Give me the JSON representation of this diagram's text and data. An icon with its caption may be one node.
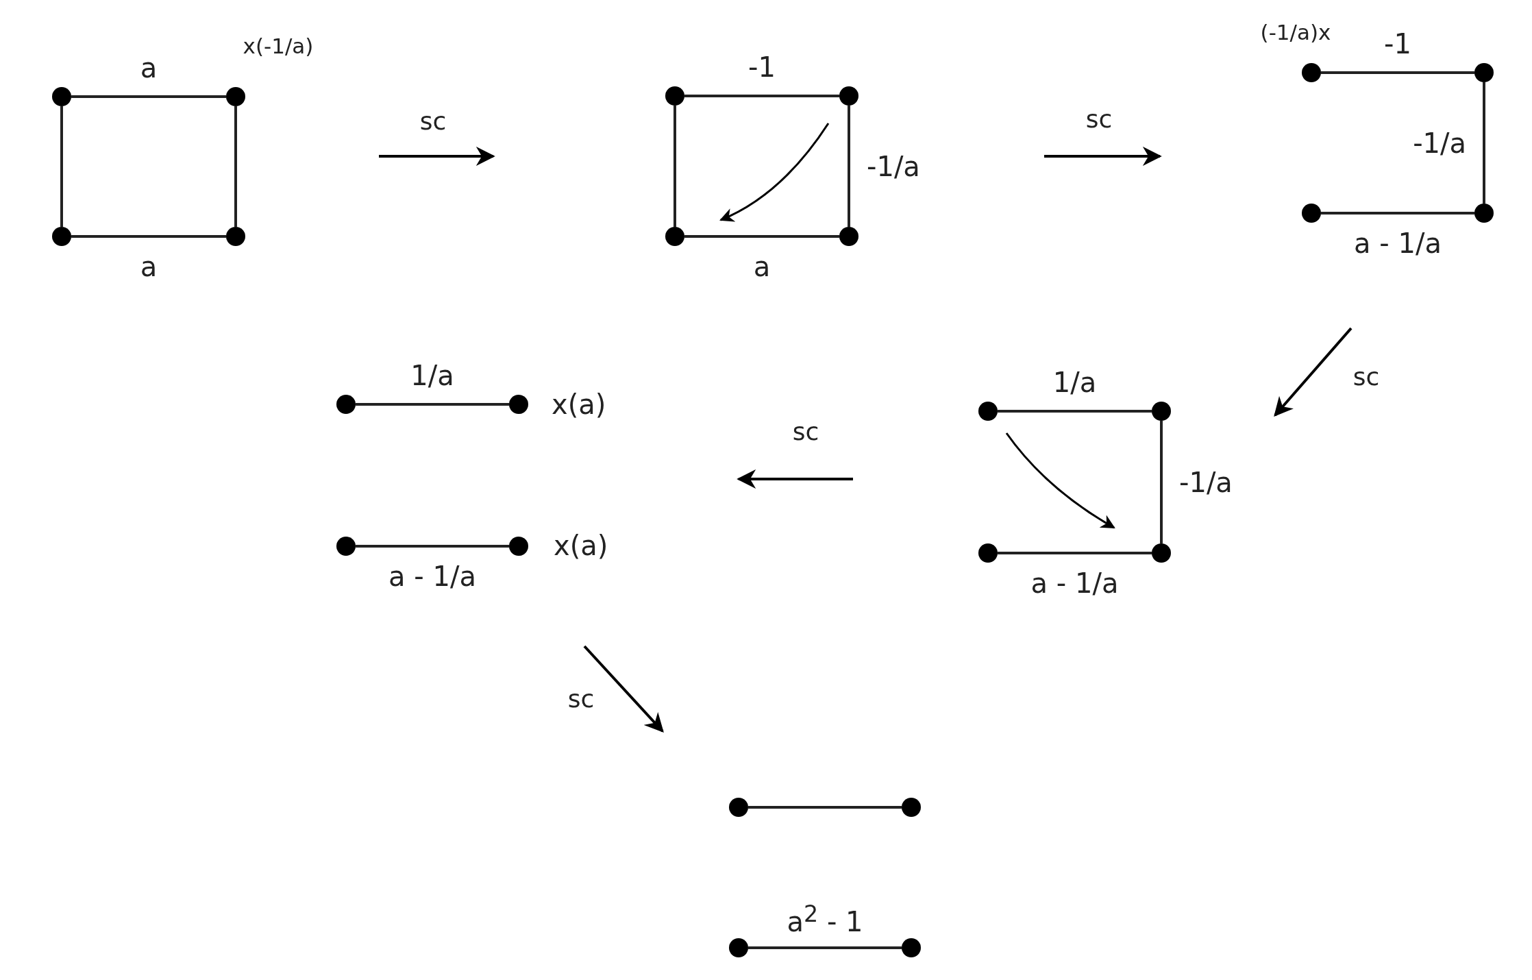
{
  "diagram": {
    "nodes": [
      {
        "text": [],
        "shape": "circle"
      },
      {
        "text": [],
        "shape": "circle",
        "beside": [
          "x(-1/a)"
        ]
      },
      {
        "text": [],
        "shape": "circle"
      },
      {
        "text": [],
        "shape": "circle"
      },
      {
        "text": [],
        "shape": "circle",
        "beside": [
          "(-1/a)x"
        ]
      },
      {
        "text": [],
        "shape": "circle"
      },
      {
        "text": [],
        "shape": "circle"
      },
      {
        "text": [],
        "shape": "circle"
      },
      {
        "text": [],
        "shape": "circle"
      },
      {
        "text": [],
        "shape": "circle"
      },
      {
        "text": [],
        "shape": "circle"
      },
      {
        "text": [],
        "shape": "circle"
      },
      {
        "text": [],
        "shape": "circle"
      },
      {
        "text": [],
        "shape": "circle",
        "beside": [
          "x(a)"
        ]
      },
      {
        "text": [],
        "shape": "circle"
      },
      {
        "text": [],
        "shape": "circle"
      },
      {
        "text": [],
        "shape": "circle"
      },
      {
        "text": [],
        "shape": "circle",
        "beside": [
          "x(a)"
        ]
      },
      {
        "text": [],
        "shape": "circle"
      },
      {
        "text": [],
        "shape": "circle"
      },
      {
        "text": [],
        "shape": "circle"
      },
      {
        "text": [],
        "shape": "circle"
      },
      {
        "text": [],
        "shape": "circle"
      },
      {
        "text": [],
        "shape": "circle"
      }
    ],
    "edges": [
      {
        "from": 0,
        "to": 1,
        "arrow": "none",
        "label": "a"
      },
      {
        "from": 0,
        "to": 6,
        "arrow": "none"
      },
      {
        "from": 1,
        "to": 7,
        "arrow": "none"
      },
      {
        "from": 6,
        "to": 7,
        "arrow": "none",
        "label": "a"
      },
      {
        "from": 2,
        "to": 3,
        "arrow": "none",
        "label": "-1"
      },
      {
        "from": 2,
        "to": 8,
        "arrow": "none"
      },
      {
        "from": 3,
        "to": 9,
        "arrow": "none",
        "label": "-1/a"
      },
      {
        "from": 8,
        "to": 9,
        "arrow": "none",
        "label": "a"
      },
      {
        "from": 4,
        "to": 5,
        "arrow": "none",
        "label": "-1"
      },
      {
        "from": 5,
        "to": 11,
        "arrow": "none",
        "label": "-1/a"
      },
      {
        "from": 10,
        "to": 11,
        "arrow": "none",
        "label": "a - 1/a"
      },
      {
        "from": 14,
        "to": 15,
        "arrow": "none",
        "label": "1/a"
      },
      {
        "from": 15,
        "to": 19,
        "arrow": "none",
        "label": "-1/a"
      },
      {
        "from": 18,
        "to": 19,
        "arrow": "none",
        "label": "a - 1/a"
      },
      {
        "from": 12,
        "to": 13,
        "arrow": "none",
        "label": "1/a"
      },
      {
        "from": 16,
        "to": 17,
        "arrow": "none",
        "label": "a - 1/a"
      },
      {
        "from": 20,
        "to": 21,
        "arrow": "none"
      },
      {
        "from": 22,
        "to": 23,
        "arrow": "none",
        "label": "a$^{2}$ - 1"
      }
    ],
    "labels": [
      "sc",
      "sc",
      "sc",
      "sc",
      "sc"
    ]
  }
}
